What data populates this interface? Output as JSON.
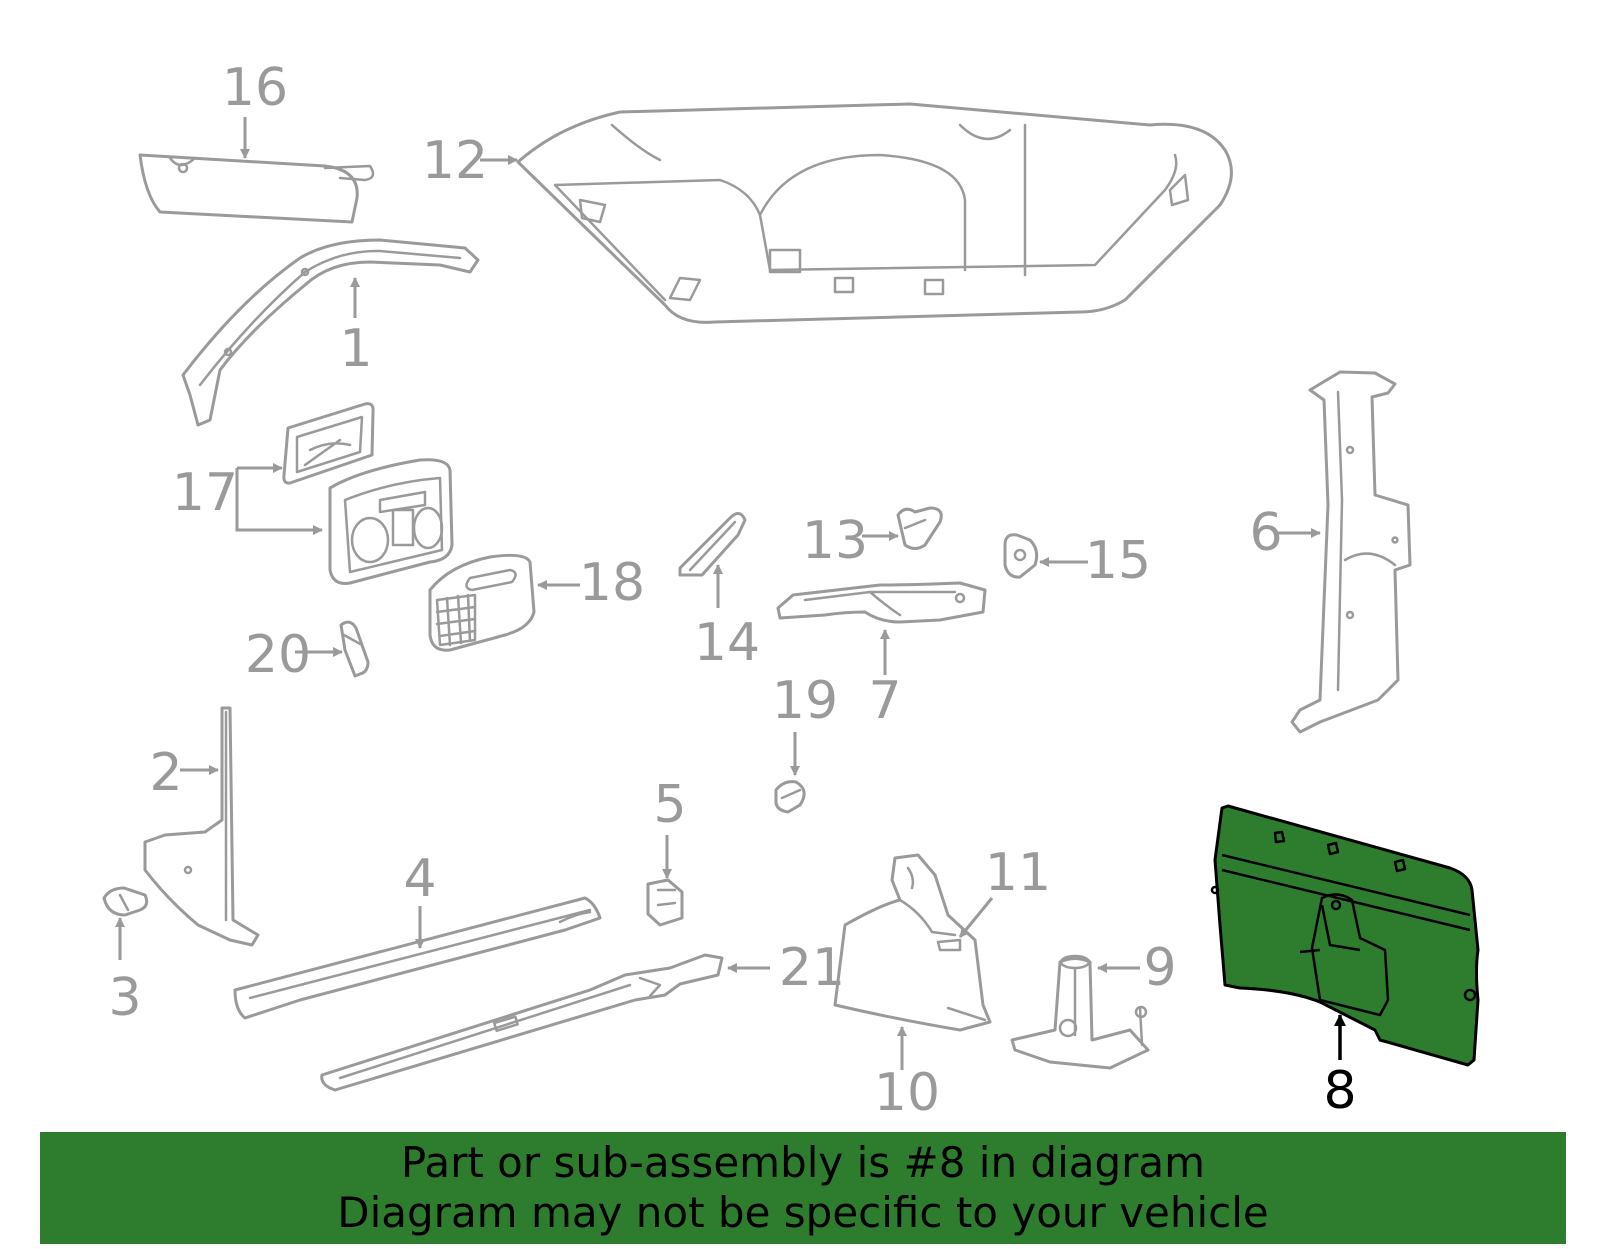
{
  "diagram": {
    "highlight_color": "#2e7d2e",
    "line_color": "#9a9a9a",
    "highlighted_part": "8",
    "callouts": {
      "c1": "1",
      "c2": "2",
      "c3": "3",
      "c4": "4",
      "c5": "5",
      "c6": "6",
      "c7": "7",
      "c8": "8",
      "c9": "9",
      "c10": "10",
      "c11": "11",
      "c12": "12",
      "c13": "13",
      "c14": "14",
      "c15": "15",
      "c16": "16",
      "c17": "17",
      "c18": "18",
      "c19": "19",
      "c20": "20",
      "c21": "21"
    }
  },
  "banner": {
    "line1": "Part or sub-assembly is #8 in diagram",
    "line2": "Diagram may not be specific to your vehicle",
    "background": "#2e7d2e"
  }
}
